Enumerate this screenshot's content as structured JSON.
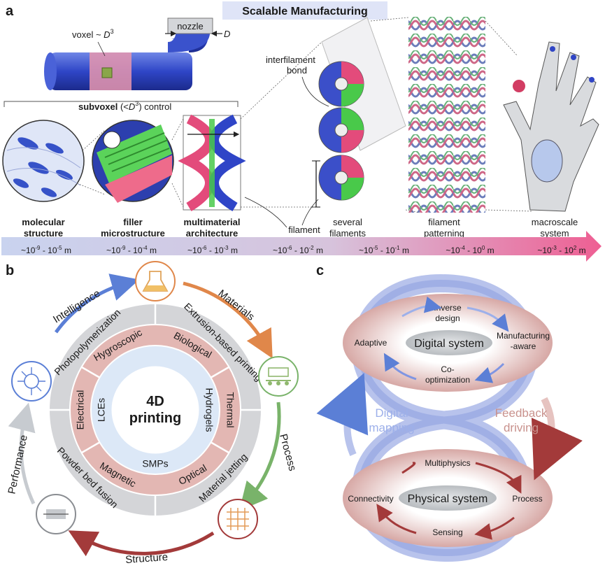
{
  "panel_a": {
    "letter": "a",
    "title": "Scalable Manufacturing",
    "nozzle_label": "nozzle",
    "d_label": "D",
    "voxel_prefix": "voxel ~ ",
    "voxel_symbol": "D",
    "voxel_exp": "3",
    "subvoxel_bold": "subvoxel",
    "subvoxel_open": " (<",
    "subvoxel_symbol": "D",
    "subvoxel_exp": "3",
    "subvoxel_close": ") control",
    "interfilament_line1": "interfilament",
    "interfilament_line2": "bond",
    "filament_label": "filament",
    "scales": [
      {
        "line1": "molecular",
        "line2": "structure",
        "bold": true
      },
      {
        "line1": "filler",
        "line2": "microstructure",
        "bold": true
      },
      {
        "line1": "multimaterial",
        "line2": "architecture",
        "bold": true
      },
      {
        "line1": "several",
        "line2": "filaments",
        "bold": false
      },
      {
        "line1": "filament",
        "line2": "patterning",
        "bold": false
      },
      {
        "line1": "macroscale",
        "line2": "system",
        "bold": false
      }
    ],
    "ranges": [
      {
        "a": "~10",
        "ae": "-9",
        "b": " - 10",
        "be": "-5",
        "u": " m"
      },
      {
        "a": "~10",
        "ae": "-9",
        "b": " - 10",
        "be": "-4",
        "u": " m"
      },
      {
        "a": "~10",
        "ae": "-6",
        "b": " - 10",
        "be": "-3",
        "u": " m"
      },
      {
        "a": "~10",
        "ae": "-6",
        "b": " - 10",
        "be": "-2",
        "u": " m"
      },
      {
        "a": "~10",
        "ae": "-5",
        "b": " - 10",
        "be": "-1",
        "u": " m"
      },
      {
        "a": "~10",
        "ae": "-4",
        "b": " - 10",
        "be": "0",
        "u": " m"
      },
      {
        "a": "~10",
        "ae": "-3",
        "b": " - 10",
        "be": "2",
        "u": " m"
      }
    ]
  },
  "panel_b": {
    "letter": "b",
    "center_line1": "4D",
    "center_line2": "printing",
    "outer_labels": [
      "Intelligence",
      "Materials",
      "Process",
      "Structure",
      "Performance"
    ],
    "process_ring": [
      "Extrusion-based printing",
      "Material jetting",
      "Powder bed fusion",
      "Photopolymerization"
    ],
    "stimulus_ring": [
      "Biological",
      "Thermal",
      "Optical",
      "Magnetic",
      "Electrical",
      "Hygroscopic"
    ],
    "material_ring": [
      "Hydrogels",
      "SMPs",
      "LCEs"
    ],
    "colors": {
      "intelligence": "#5b7fd6",
      "materials": "#e0874a",
      "process": "#79b36a",
      "structure": "#a33a3a",
      "performance": "#c7cbd0"
    }
  },
  "panel_c": {
    "letter": "c",
    "digital_system": "Digital system",
    "digital_nodes": {
      "top_line1": "Inverse",
      "top_line2": "design",
      "right_line1": "Manufacturing",
      "right_line2": "-aware",
      "bottom_line1": "Co-",
      "bottom_line2": "optimization",
      "left": "Adaptive"
    },
    "physical_system": "Physical system",
    "physical_nodes": {
      "top": "Multiphysics",
      "right": "Process",
      "bottom": "Sensing",
      "left": "Connectivity"
    },
    "digital_mapping_line1": "Digital",
    "digital_mapping_line2": "mapping",
    "feedback_line1": "Feedback",
    "feedback_line2": "driving"
  }
}
